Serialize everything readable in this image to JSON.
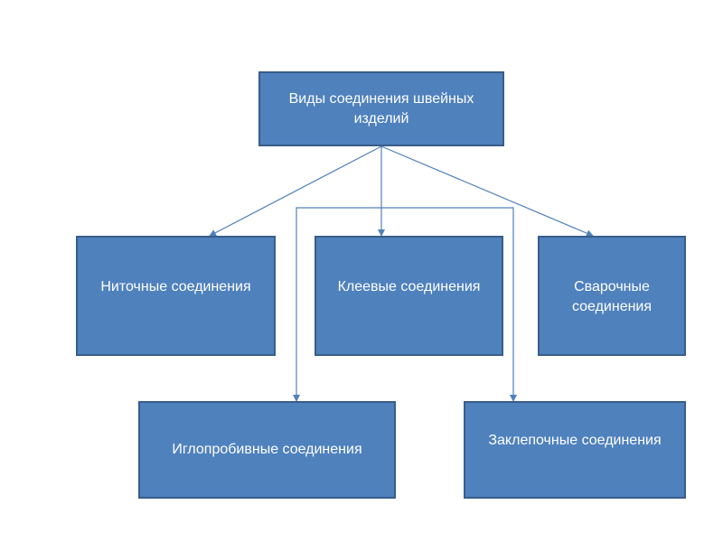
{
  "diagram": {
    "root": {
      "label": "Виды соединения швейных изделий"
    },
    "children": {
      "thread": {
        "label": "Ниточные соединения"
      },
      "glue": {
        "label": "Клеевые соединения"
      },
      "weld": {
        "label": "Сварочные соединения"
      },
      "needle": {
        "label": "Иглопробивные соединения"
      },
      "rivet": {
        "label": "Заклепочные соединения"
      }
    },
    "colors": {
      "box_fill": "#4f81bd",
      "box_border": "#385d8a",
      "box_text": "#ffffff",
      "connector": "#4f81bd"
    }
  }
}
